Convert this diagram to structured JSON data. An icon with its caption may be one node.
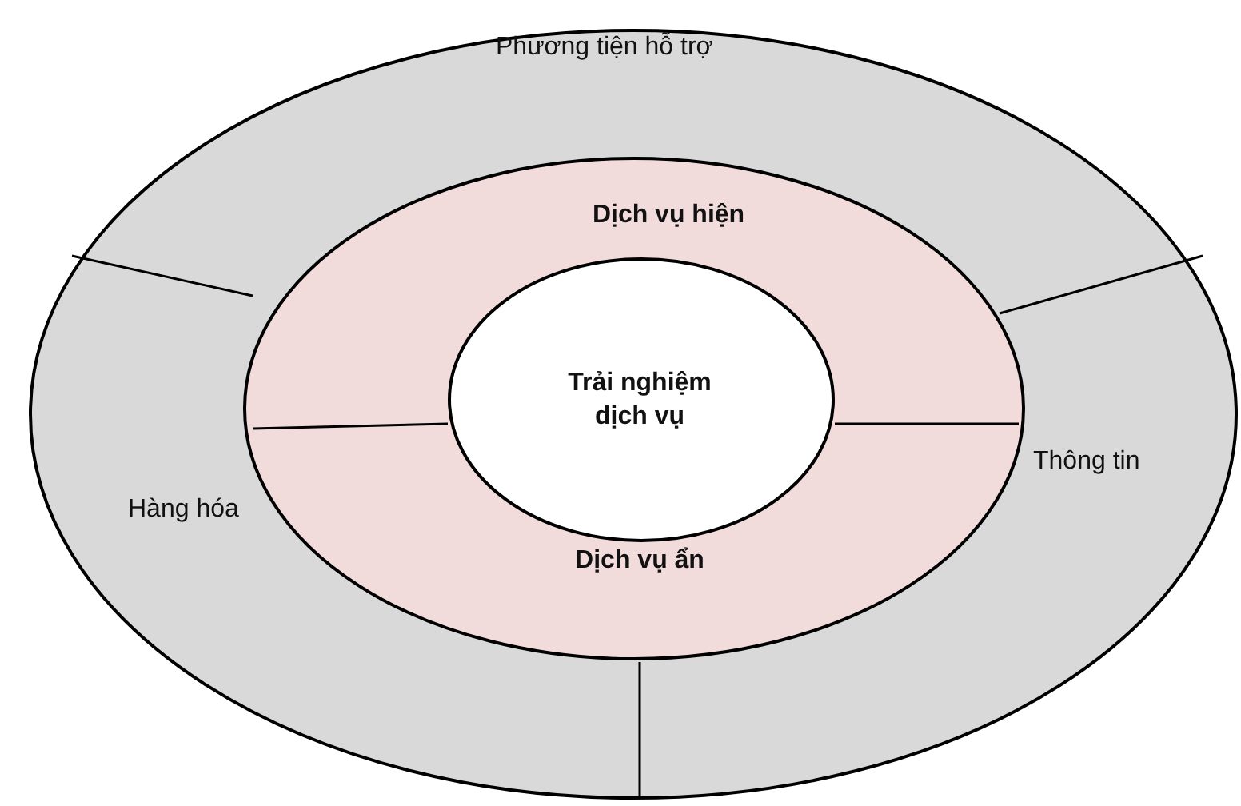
{
  "diagram": {
    "nodes": [
      {
        "text": [
          "Phương tiện hỗ trợ",
          "Thông tin",
          "Hàng hóa"
        ]
      },
      {
        "text": [
          "Dịch vụ hiện",
          "Dịch vụ ẩn"
        ],
        "in": 0
      },
      {
        "text": [
          "Trải nghiệm dịch vụ"
        ],
        "in": 1
      }
    ]
  }
}
